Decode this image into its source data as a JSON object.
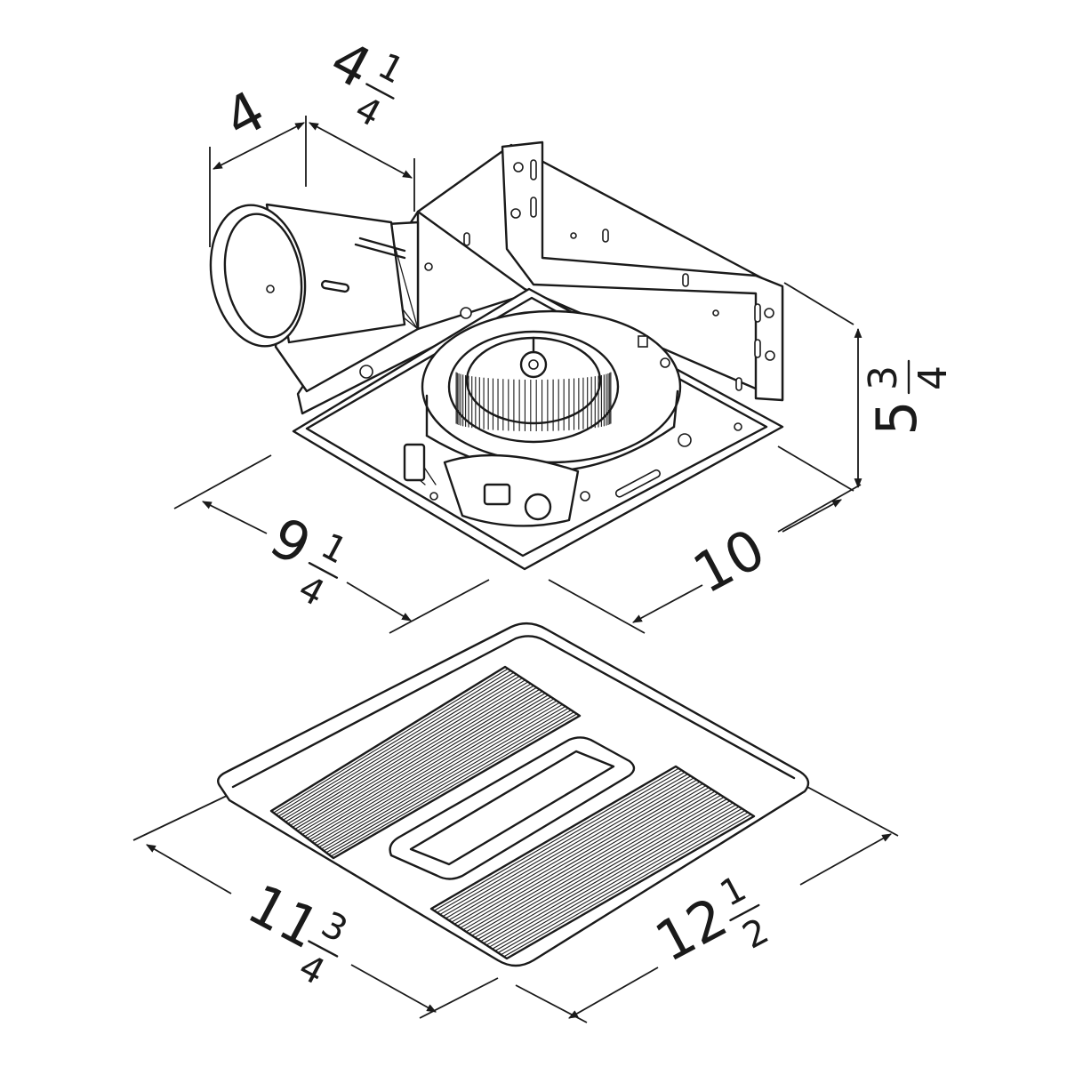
{
  "diagram": {
    "colors": {
      "line": "#1a1a1a",
      "background": "#ffffff"
    },
    "housing": {
      "duct_width": "4",
      "duct_length_whole": "4",
      "duct_length_num": "1",
      "duct_length_den": "4",
      "height_whole": "5",
      "height_num": "3",
      "height_den": "4",
      "width_whole": "9",
      "width_num": "1",
      "width_den": "4",
      "depth": "10"
    },
    "grille": {
      "width_whole": "11",
      "width_num": "3",
      "width_den": "4",
      "depth_whole": "12",
      "depth_num": "1",
      "depth_den": "2"
    }
  }
}
